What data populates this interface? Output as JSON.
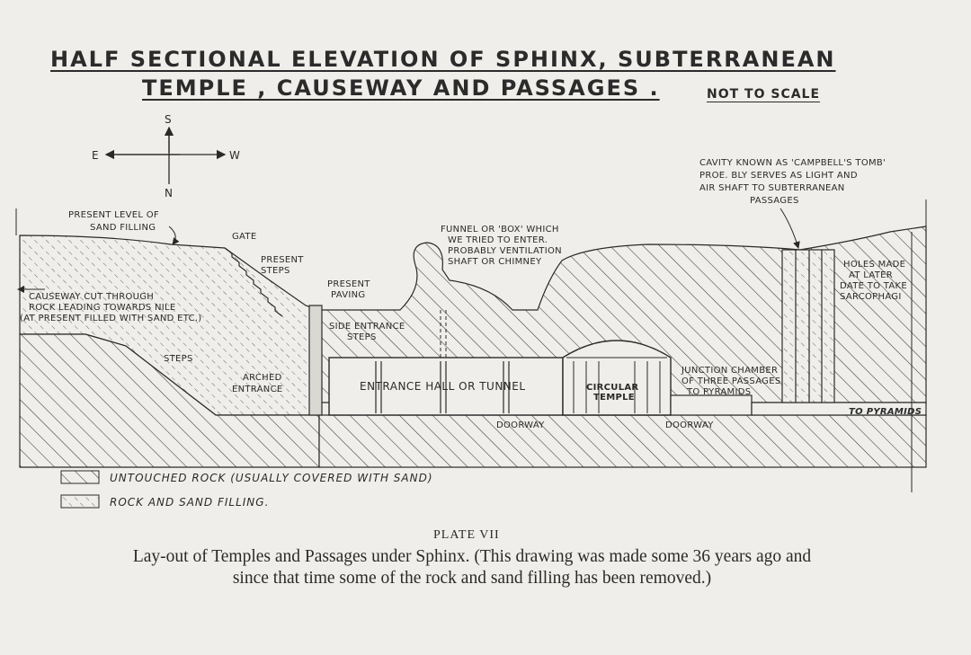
{
  "title": {
    "line1": "HALF SECTIONAL ELEVATION OF SPHINX, SUBTERRANEAN",
    "line2": "TEMPLE , CAUSEWAY AND PASSAGES .",
    "scale_note": "NOT TO SCALE"
  },
  "compass": {
    "north": "S",
    "south": "N",
    "east": "E",
    "west": "W"
  },
  "labels": {
    "present_level": [
      "PRESENT LEVEL OF",
      "SAND FILLING"
    ],
    "gate": "GATE",
    "present_steps": [
      "PRESENT",
      "STEPS"
    ],
    "causeway": [
      "CAUSEWAY CUT THROUGH",
      "ROCK LEADING TOWARDS NILE",
      "(AT PRESENT FILLED WITH SAND ETC.)"
    ],
    "steps": "STEPS",
    "present_paving": [
      "PRESENT",
      "PAVING"
    ],
    "side_entrance": [
      "SIDE ENTRANCE",
      "STEPS"
    ],
    "arched_entrance": [
      "ARCHED",
      "ENTRANCE"
    ],
    "funnel": [
      "FUNNEL OR 'BOX' WHICH",
      "WE TRIED TO ENTER.",
      "PROBABLY VENTILATION",
      "SHAFT OR CHIMNEY"
    ],
    "entrance_hall": "ENTRANCE HALL OR TUNNEL",
    "circular_temple": [
      "CIRCULAR",
      "TEMPLE"
    ],
    "doorway_left": "DOORWAY",
    "doorway_right": "DOORWAY",
    "junction": [
      "JUNCTION CHAMBER",
      "OF THREE PASSAGES",
      "TO PYRAMIDS"
    ],
    "campbell": [
      "CAVITY KNOWN AS 'CAMPBELL'S TOMB'",
      "PROE. BLY SERVES AS LIGHT AND",
      "AIR SHAFT TO SUBTERRANEAN",
      "PASSAGES"
    ],
    "holes": [
      "HOLES MADE",
      "AT LATER",
      "DATE TO TAKE",
      "SARCOPHAGI"
    ],
    "to_pyramids": "TO PYRAMIDS"
  },
  "legend": [
    {
      "label": "UNTOUCHED ROCK (USUALLY COVERED WITH SAND)",
      "pattern": "rock"
    },
    {
      "label": "ROCK AND SAND FILLING.",
      "pattern": "sand"
    }
  ],
  "caption": {
    "plate": "PLATE VII",
    "text": "Lay-out of Temples and Passages under Sphinx. (This drawing was made some 36 years ago and since that time some of the rock and sand filling has been removed.)"
  },
  "colors": {
    "paper": "#efeeea",
    "ink": "#2a2a2a"
  }
}
